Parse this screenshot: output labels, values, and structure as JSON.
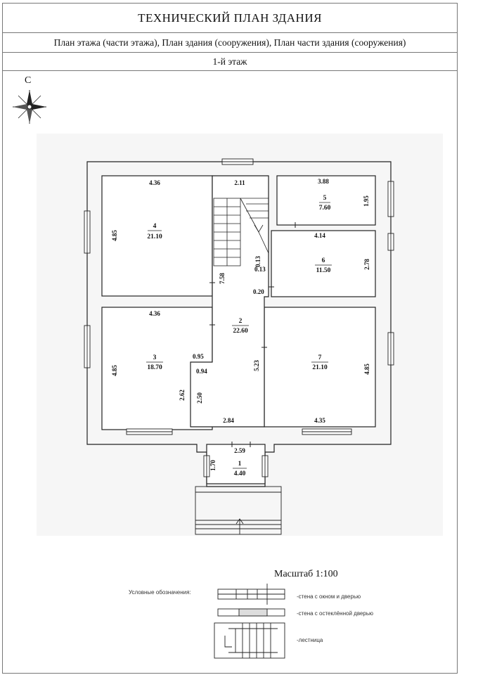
{
  "header": {
    "title": "ТЕХНИЧЕСКИЙ ПЛАН ЗДАНИЯ",
    "subtitle": "План этажа (части этажа), План здания (сооружения), План части здания (сооружения)",
    "floor": "1-й этаж"
  },
  "compass": {
    "label": "С"
  },
  "rooms": [
    {
      "number": "1",
      "area": "4.40"
    },
    {
      "number": "2",
      "area": "22.60"
    },
    {
      "number": "3",
      "area": "18.70"
    },
    {
      "number": "4",
      "area": "21.10"
    },
    {
      "number": "5",
      "area": "7.60"
    },
    {
      "number": "6",
      "area": "11.50"
    },
    {
      "number": "7",
      "area": "21.10"
    }
  ],
  "dimensions": {
    "r4_w": "4.36",
    "r4_h": "4.85",
    "r3_w": "4.36",
    "r3_h": "4.85",
    "r5_w": "3.88",
    "r5_h": "1.95",
    "r6_w": "4.14",
    "r6_h": "2.78",
    "r7_h": "4.85",
    "r7_w": "4.35",
    "r2_top": "2.11",
    "r2_len": "7.58",
    "r2_013a": "0.13",
    "r2_013b": "0.13",
    "r2_020": "0.20",
    "r2_095": "0.95",
    "r2_094": "0.94",
    "r2_262": "2.62",
    "r2_250": "2.50",
    "r2_523": "5.23",
    "r2_284": "2.84",
    "r1_w": "2.59",
    "r1_h": "1.70"
  },
  "scale": "Масштаб 1:100",
  "legend": {
    "title": "Условные обозначения:",
    "items": [
      "-стена с окном и дверью",
      "-стена с остеклённой дверью",
      "-лестница"
    ]
  }
}
